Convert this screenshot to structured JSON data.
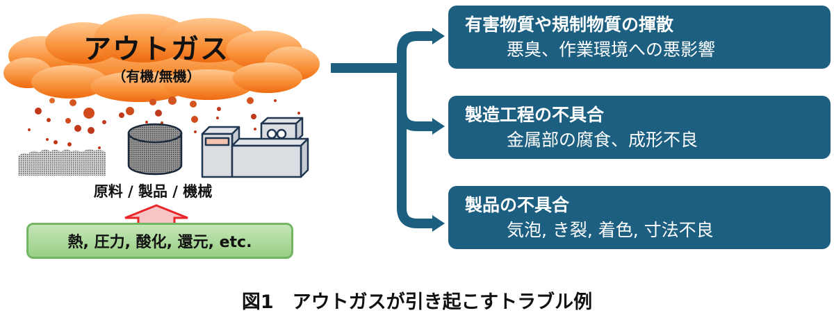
{
  "cloud": {
    "title": "アウトガス",
    "subtitle": "（有機/無機）",
    "color": "#f58a2c"
  },
  "objects": {
    "label": "原料 / 製品 / 機械",
    "items": [
      "原料",
      "製品",
      "機械"
    ]
  },
  "causes": {
    "label": "熱, 圧力, 酸化, 還元, etc.",
    "color": "#a6d58f"
  },
  "results": [
    {
      "title": "有害物質や規制物質の揮散",
      "detail": "悪臭、作業環境への悪影響"
    },
    {
      "title": "製造工程の不具合",
      "detail": "金属部の腐食、成形不良"
    },
    {
      "title": "製品の不具合",
      "detail": "気泡, き裂, 着色, 寸法不良"
    }
  ],
  "colors": {
    "result_box": "#1c5f80",
    "connector": "#1c5f80",
    "arrow_up": "#e8262a",
    "droplet": "#c0391b"
  },
  "caption": "図1　アウトガスが引き起こすトラブル例"
}
